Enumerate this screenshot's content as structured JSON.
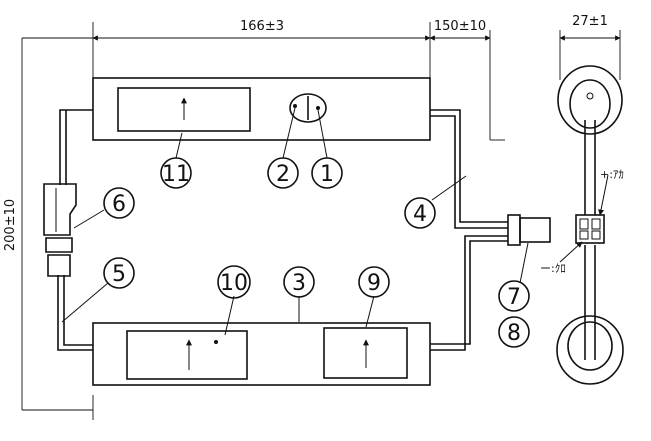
{
  "dimensions": {
    "top_length": "166±3",
    "right_length": "150±10",
    "vertical": "200±10",
    "thickness": "27±1"
  },
  "labels": {
    "plus": "+:ｱｶ",
    "minus": "ー:ｸﾛ"
  },
  "callouts": [
    "1",
    "2",
    "3",
    "4",
    "5",
    "6",
    "7",
    "8",
    "9",
    "10",
    "11"
  ]
}
